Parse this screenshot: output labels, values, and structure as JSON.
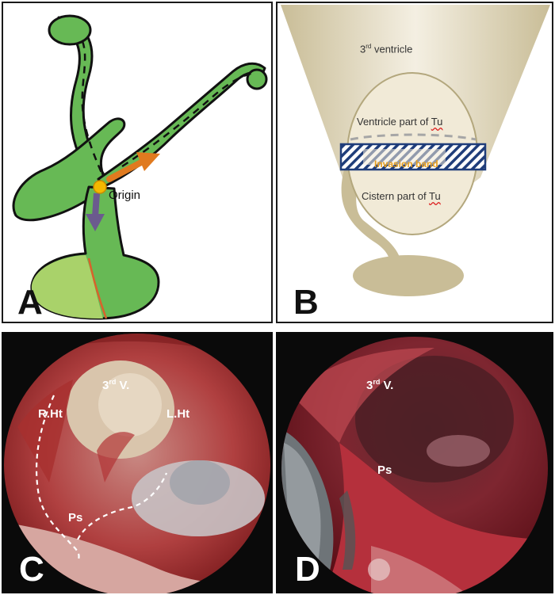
{
  "panels": {
    "a": {
      "letter": "A",
      "origin_label": "Origin",
      "colors": {
        "tissue": "#67b955",
        "outline": "#111111",
        "pituitary": "#a9d26a",
        "arrow_up": "#e07a1f",
        "arrow_down": "#6b5a8e",
        "origin_dot": "#f5b800",
        "red_line": "#d9622b"
      }
    },
    "b": {
      "letter": "B",
      "ventricle_label_pre": "3",
      "ventricle_label_sup": "rd",
      "ventricle_label_post": " ventricle",
      "ventricle_part_pre": "Ventricle part of ",
      "ventricle_part_tu": "Tu",
      "invasion_band": "Invasion band",
      "cistern_part_pre": "Cistern part of ",
      "cistern_part_tu": "Tu",
      "colors": {
        "stalk": "#c9bd97",
        "tumor": "#f1ead7",
        "band_hatch": "#1f3d7a",
        "band_text": "#e8a020"
      }
    },
    "c": {
      "letter": "C",
      "third_v_pre": "3",
      "third_v_sup": "rd",
      "third_v_post": " V.",
      "r_ht": "R.Ht",
      "l_ht": "L.Ht",
      "ps": "Ps"
    },
    "d": {
      "letter": "D",
      "third_v_pre": "3",
      "third_v_sup": "rd",
      "third_v_post": " V.",
      "ps": "Ps"
    }
  }
}
